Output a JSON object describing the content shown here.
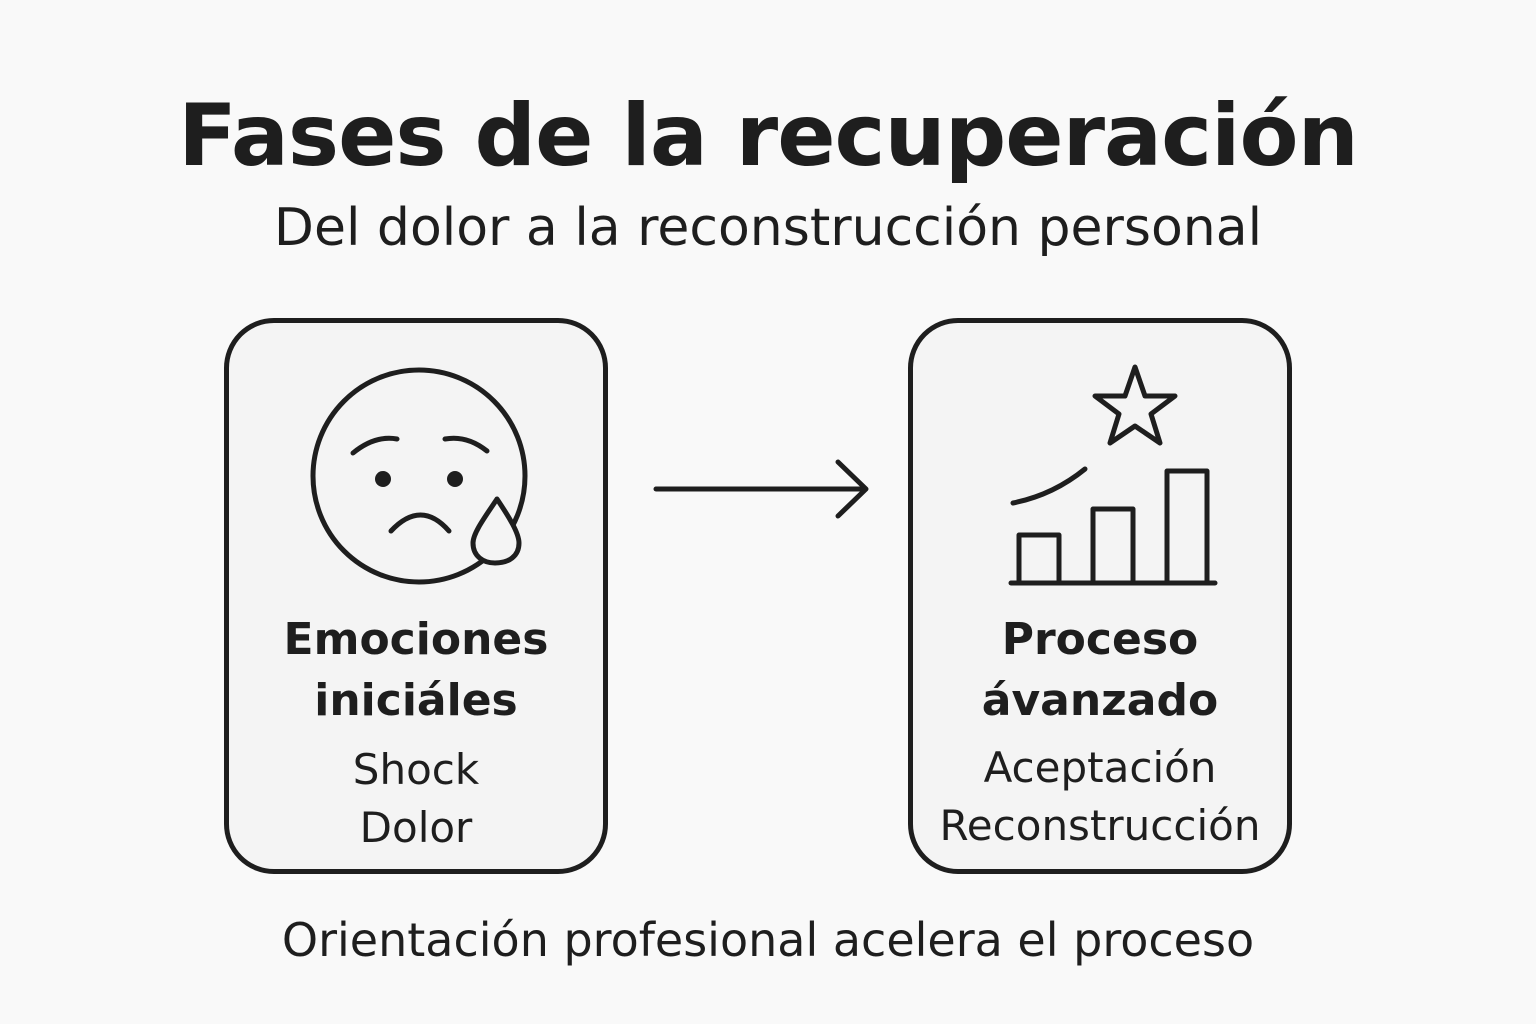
{
  "title": "Fases de la recuperación",
  "subtitle": "Del dolor a la reconstrucción personal",
  "stages": [
    {
      "icon": "sad-face-tear-icon",
      "heading_line1": "Emociones",
      "heading_line2": "iniciáles",
      "items": [
        "Shock",
        "Dolor"
      ]
    },
    {
      "icon": "growth-chart-star-icon",
      "heading_line1": "Proceso",
      "heading_line2": "ávanzado",
      "items": [
        "Aceptación",
        "Reconstrucción"
      ]
    }
  ],
  "footer": "Orientación profesional acelera el proceso",
  "colors": {
    "ink": "#1e1e1e",
    "background": "#f9f9f9",
    "card_fill": "#f4f4f4"
  }
}
